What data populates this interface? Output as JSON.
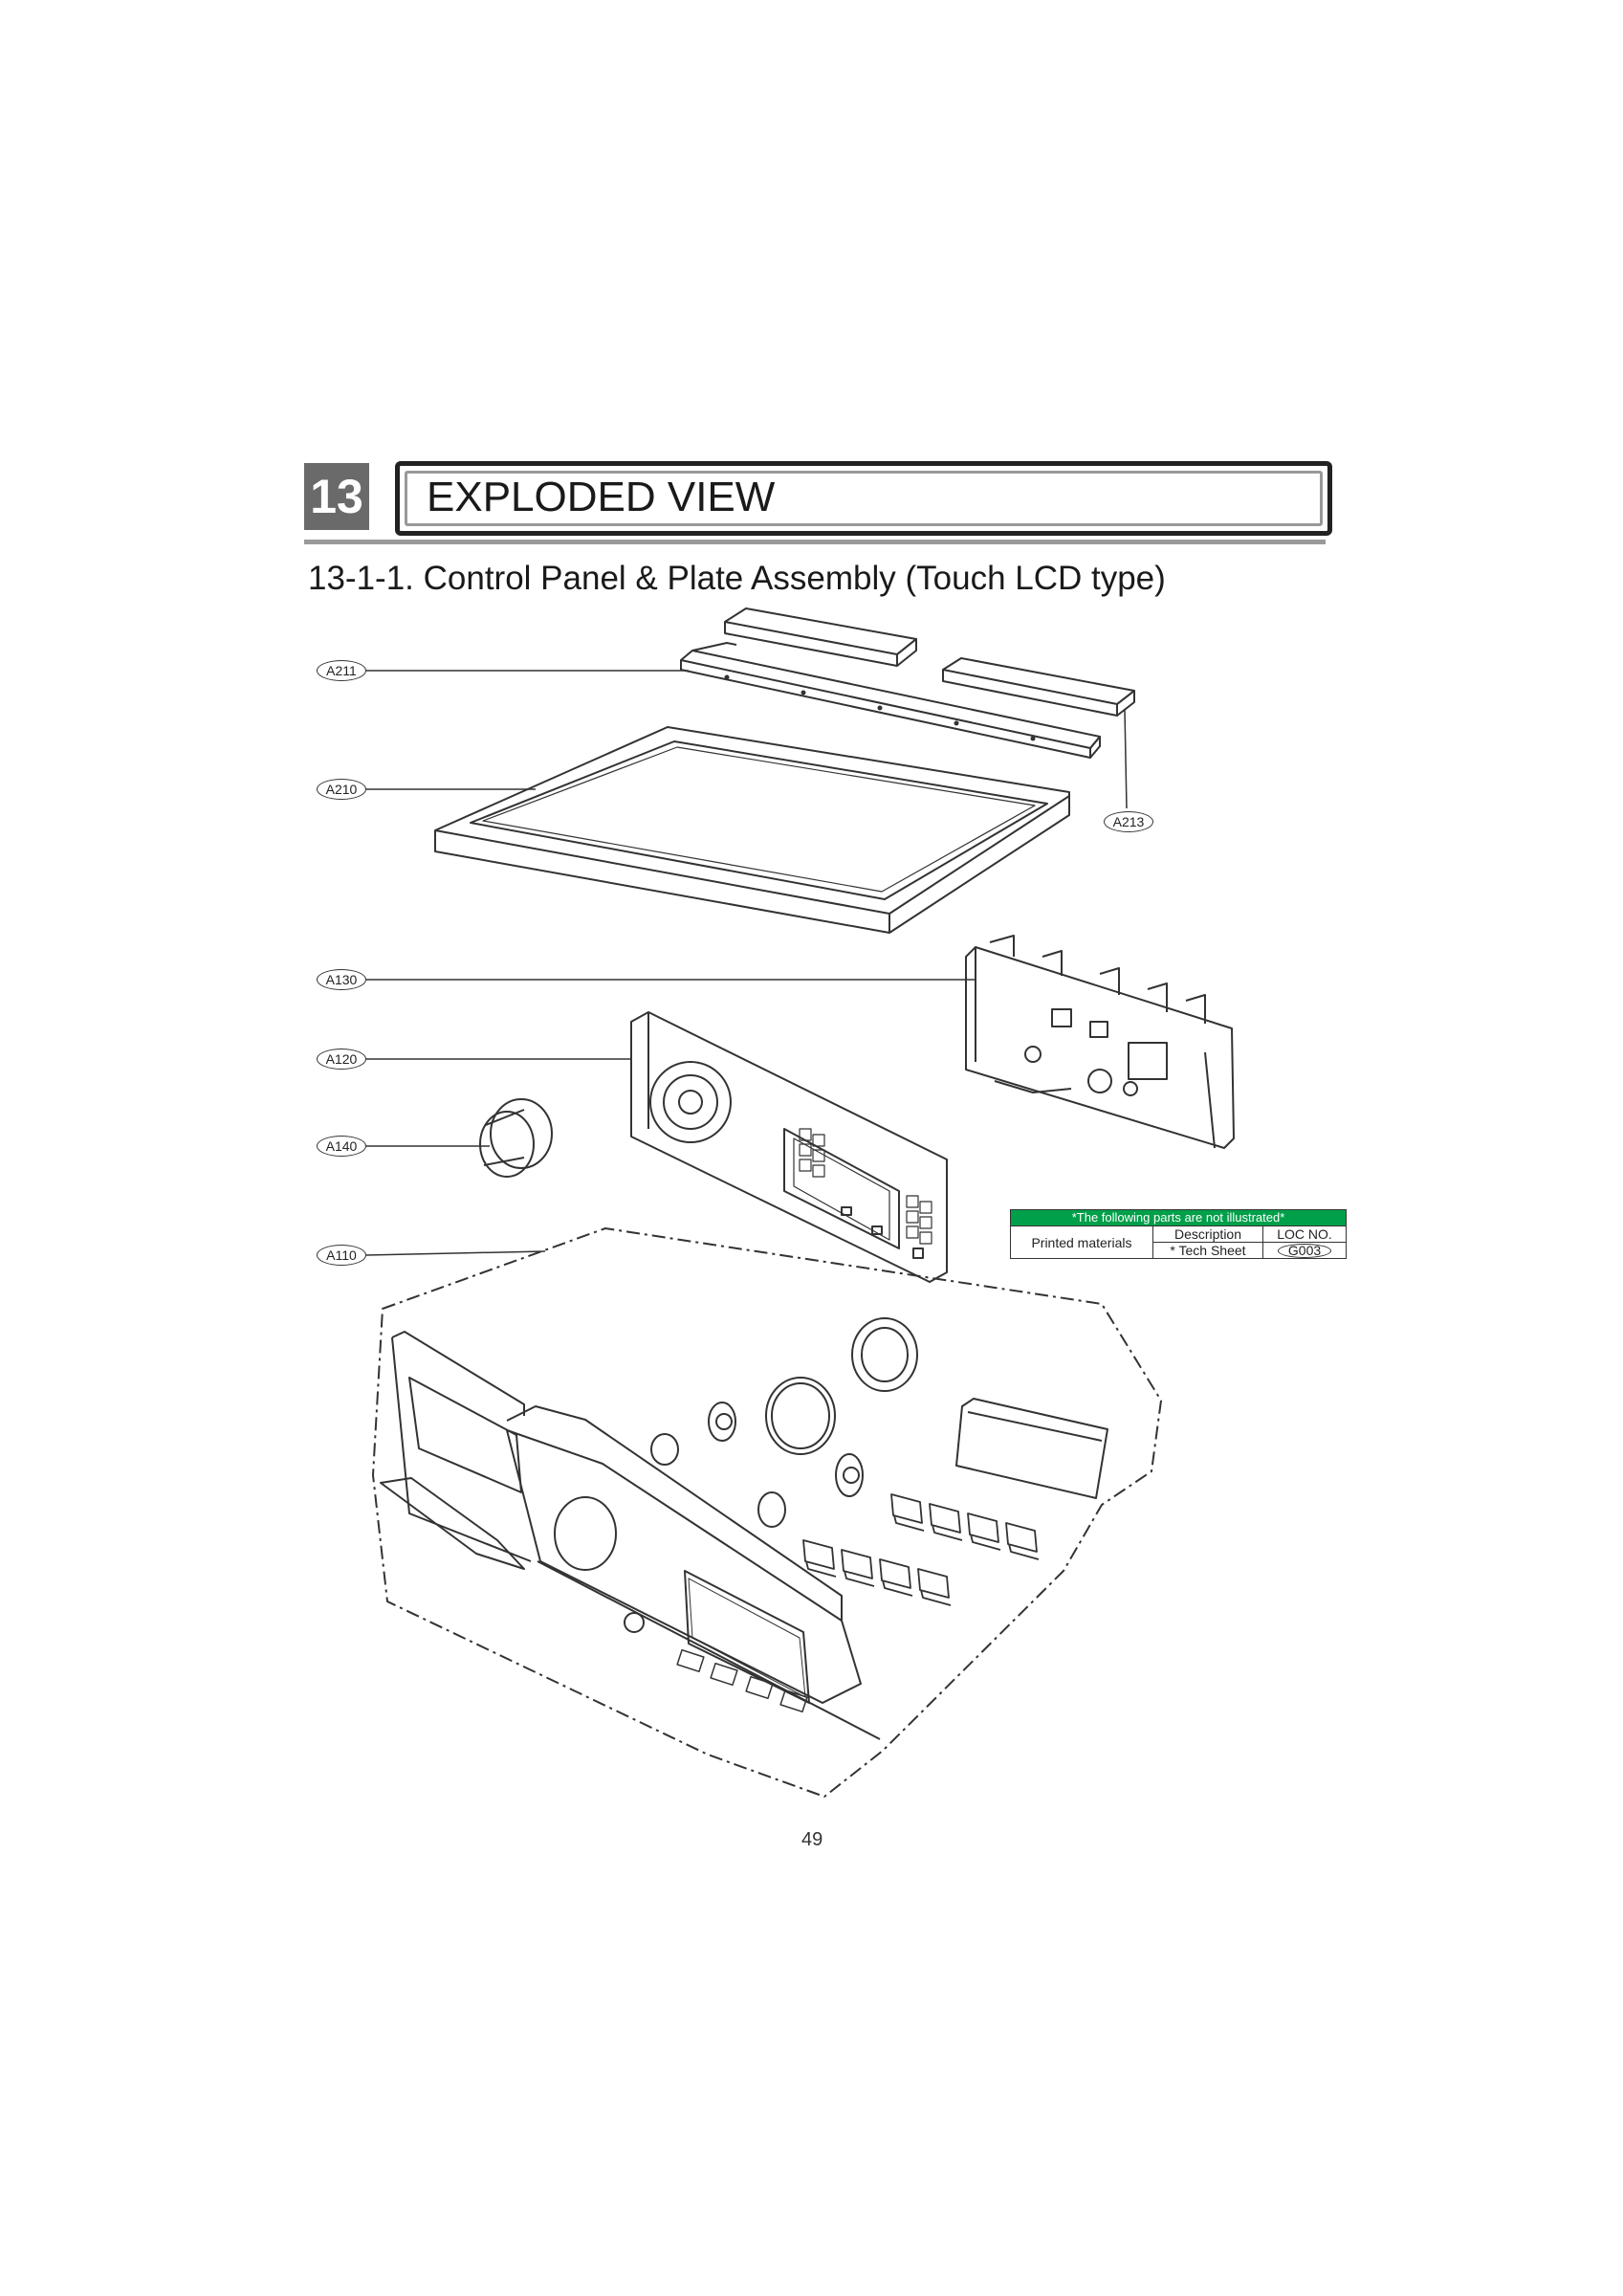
{
  "header": {
    "chapter_number": "13",
    "chapter_title": "EXPLODED VIEW"
  },
  "section_title": "13-1-1. Control Panel & Plate Assembly (Touch LCD type)",
  "part_labels": [
    "A211",
    "A210",
    "A213",
    "A130",
    "A120",
    "A140",
    "A110"
  ],
  "note_table": {
    "header": "*The following parts are not illustrated*",
    "row_label": "Printed materials",
    "col_description": "Description",
    "col_loc": "LOC NO.",
    "item_description": "* Tech Sheet",
    "item_loc": "G003"
  },
  "page_number": "49",
  "colors": {
    "note_header": "#00a04a",
    "chapter_box": "#6a6a6a",
    "line_art": "#333333"
  }
}
